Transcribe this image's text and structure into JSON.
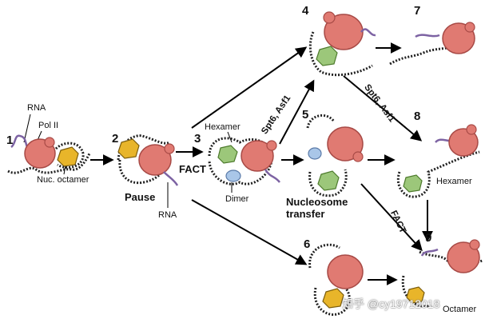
{
  "labels": {
    "step1": "1",
    "step2": "2",
    "step3": "3",
    "step4": "4",
    "step5": "5",
    "step6": "6",
    "step7": "7",
    "step8": "8",
    "step9": "9",
    "rna_left": "RNA",
    "pol_ii": "Pol II",
    "nuc_octamer": "Nuc. octamer",
    "pause": "Pause",
    "rna_bottom": "RNA",
    "fact_main": "FACT",
    "hexamer_3": "Hexamer",
    "dimer": "Dimer",
    "nucleosome_transfer": "Nucleosome\ntransfer",
    "spt6_asf1_upper": "Spt6, Asf1",
    "spt6_asf1_right": "Spt6, Asf1",
    "fact_right": "FACT",
    "hexamer_8": "Hexamer",
    "octamer_9": "Octamer"
  },
  "watermark": "知乎 @cy19712018",
  "colors": {
    "pol_ii": "#e07a72",
    "pol_ii_dark": "#a84a46",
    "histone_yellow": "#e8b52a",
    "histone_green": "#9cc77a",
    "dimer_blue": "#a9c6e8",
    "rna": "#7d63a3",
    "dna": "#222222",
    "arrow": "#000000"
  }
}
